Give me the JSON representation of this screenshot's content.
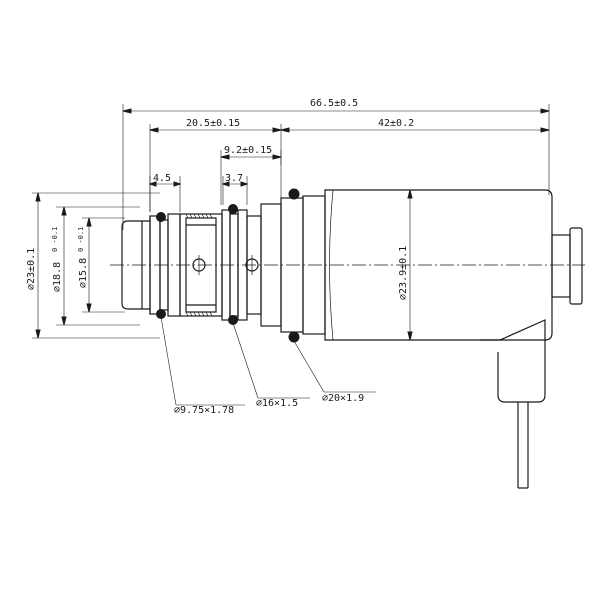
{
  "dimensions": {
    "overall_length": "66.5±0.5",
    "front_length": "20.5±0.15",
    "body_length": "42±0.2",
    "groove_offset": "9.2±0.15",
    "land_width_1": "4.5",
    "land_width_2": "3.7",
    "dia_outer": "⌀23±0.1",
    "dia_mid": "⌀18.8",
    "dia_mid_tol": "0 -0.1",
    "dia_inner": "⌀15.8",
    "dia_inner_tol": "0 -0.1",
    "dia_body": "⌀23.9±0.1"
  },
  "orings": {
    "small": "⌀9.75×1.78",
    "medium": "⌀16×1.5",
    "large": "⌀20×1.9"
  }
}
